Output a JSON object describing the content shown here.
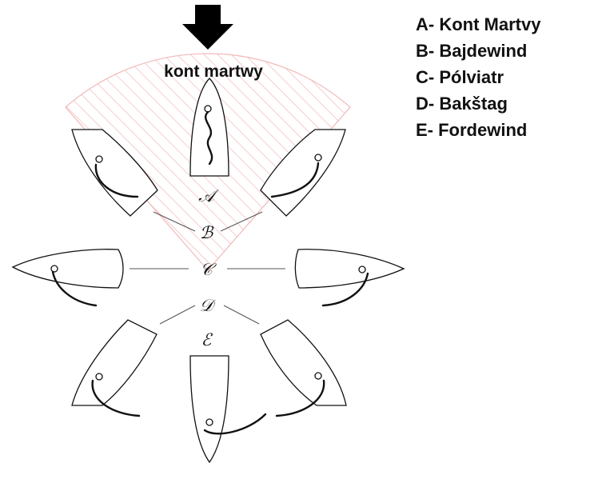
{
  "colors": {
    "hatch": "#f2b8b8",
    "ink": "#111111",
    "arrow": "#000000"
  },
  "icons": {
    "wind": "down-arrow-icon"
  },
  "diagram": {
    "dead_zone_label": "kont martwy",
    "letters": {
      "a": "𝒜",
      "b": "ℬ",
      "c": "𝒞",
      "d": "𝒟",
      "e": "ℰ"
    }
  },
  "legend": {
    "items": [
      "A- Kont Martvy",
      "B- Bajdewind",
      "C- Pólviatr",
      "D- Bakštag",
      "E- Fordewind"
    ]
  }
}
